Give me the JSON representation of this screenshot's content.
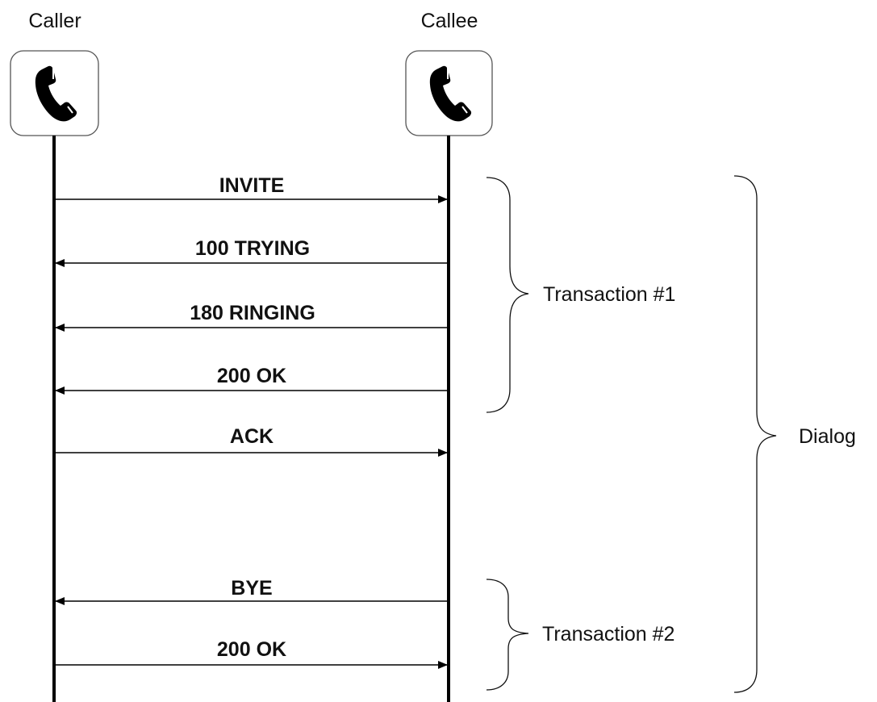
{
  "participants": {
    "caller": {
      "label": "Caller",
      "icon": "phone-handset-icon"
    },
    "callee": {
      "label": "Callee",
      "icon": "phone-handset-icon"
    }
  },
  "messages": [
    {
      "label": "INVITE",
      "direction": "caller-to-callee"
    },
    {
      "label": "100 TRYING",
      "direction": "callee-to-caller"
    },
    {
      "label": "180 RINGING",
      "direction": "callee-to-caller"
    },
    {
      "label": "200 OK",
      "direction": "callee-to-caller"
    },
    {
      "label": "ACK",
      "direction": "caller-to-callee"
    },
    {
      "label": "BYE",
      "direction": "callee-to-caller"
    },
    {
      "label": "200 OK",
      "direction": "caller-to-callee"
    }
  ],
  "groups": {
    "transaction1": {
      "label": "Transaction #1"
    },
    "transaction2": {
      "label": "Transaction #2"
    },
    "dialog": {
      "label": "Dialog"
    }
  }
}
